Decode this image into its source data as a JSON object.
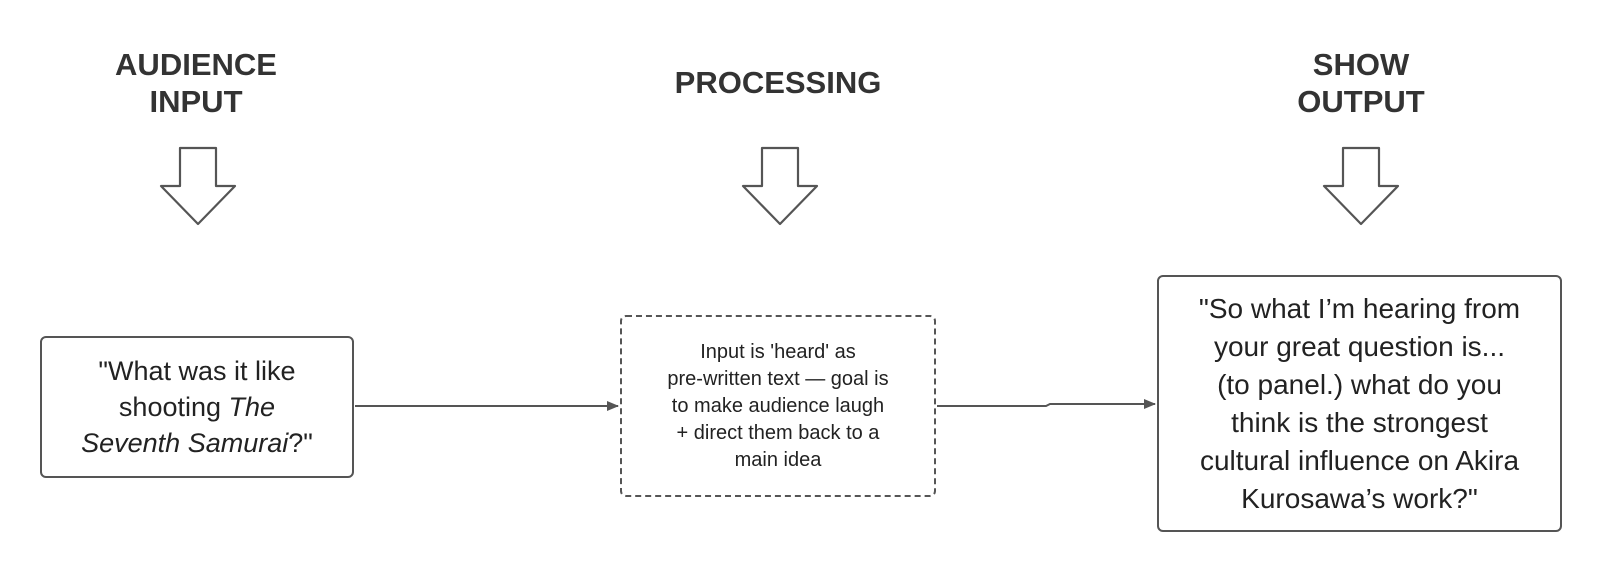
{
  "headings": {
    "input": [
      "AUDIENCE",
      "INPUT"
    ],
    "processing": [
      "PROCESSING"
    ],
    "output": [
      "SHOW",
      "OUTPUT"
    ]
  },
  "boxes": {
    "input": {
      "line1": "\"What was it like",
      "line2_prefix": "shooting ",
      "line2_italic": "The",
      "line3_italic": "Seventh Samurai",
      "line3_suffix": "?\""
    },
    "processing": {
      "lines": [
        "Input is 'heard' as",
        "pre-written text — goal is",
        "to make audience laugh",
        "+ direct them back to a",
        "main idea"
      ]
    },
    "output": {
      "lines": [
        "\"So what I’m hearing from",
        "your great question is...",
        "(to panel.) what do you",
        "think is the strongest",
        "cultural influence on Akira",
        "Kurosawa’s work?\""
      ]
    }
  },
  "colors": {
    "text": "#333333",
    "stroke": "#555555",
    "background": "#ffffff"
  }
}
